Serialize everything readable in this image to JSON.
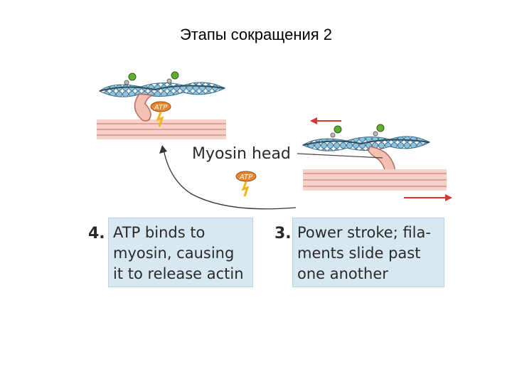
{
  "title": "Этапы сокращения 2",
  "labels": {
    "myosin_head": "Myosin head",
    "atp_top": "ATP",
    "atp_bottom": "ATP"
  },
  "steps": [
    {
      "number": "4.",
      "text_lines": [
        "ATP binds to",
        "myosin, causing",
        "it to release actin"
      ]
    },
    {
      "number": "3.",
      "text_lines": [
        "Power stroke; fila-",
        "ments slide past",
        "one another"
      ]
    }
  ],
  "colors": {
    "caption_bg": "#d7e8f1",
    "thick_filament": "#f2c1b5",
    "thin_filament_beads": "#7fb6d6",
    "arrows": "#d9342b",
    "atp_badge": "#e67f2b",
    "green_balls": "#5aa02c"
  }
}
